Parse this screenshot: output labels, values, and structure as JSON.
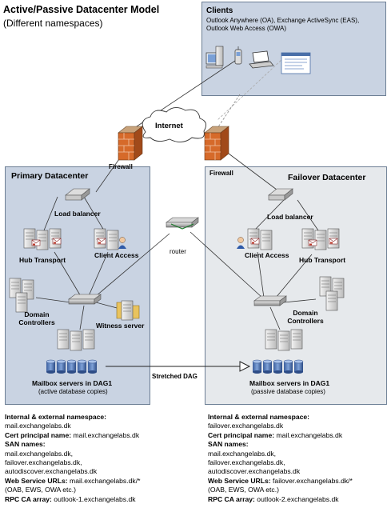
{
  "title": "Active/Passive Datacenter Model",
  "subtitle": "(Different namespaces)",
  "clients": {
    "title": "Clients",
    "desc": "Outlook Anywhere (OA), Exchange ActiveSync (EAS), Outlook Web Access (OWA)"
  },
  "internet": "Internet",
  "router": "router",
  "stretched_dag": "Stretched DAG",
  "primary": {
    "title": "Primary Datacenter",
    "firewall": "Firewall",
    "load_balancer": "Load balancer",
    "hub_transport": "Hub Transport",
    "client_access": "Client Access",
    "domain_controllers": "Domain Controllers",
    "witness_server": "Witness server",
    "mailbox": "Mailbox servers in DAG1",
    "mailbox_note": "(active database copies)"
  },
  "failover": {
    "title": "Failover Datacenter",
    "firewall": "Firewall",
    "load_balancer": "Load balancer",
    "hub_transport": "Hub Transport",
    "client_access": "Client Access",
    "domain_controllers": "Domain Controllers",
    "mailbox": "Mailbox servers in DAG1",
    "mailbox_note": "(passive database copies)"
  },
  "primary_ns": {
    "ns_label": "Internal & external namespace:",
    "ns_value": "mail.exchangelabs.dk",
    "cert_label": "Cert principal name:",
    "cert_value": "mail.exchangelabs.dk",
    "san_label": "SAN names:",
    "san_1": "mail.exchangelabs.dk,",
    "san_2": "failover.exchangelabs.dk,",
    "san_3": "autodiscover.exchangelabs.dk",
    "ws_label": "Web Service URLs:",
    "ws_value": "mail.exchangelabs.dk/*",
    "ws_note": "(OAB, EWS, OWA etc.)",
    "rpc_label": "RPC CA array:",
    "rpc_value": "outlook-1.exchangelabs.dk"
  },
  "failover_ns": {
    "ns_label": "Internal & external namespace:",
    "ns_value": "failover.exchangelabs.dk",
    "cert_label": "Cert principal name:",
    "cert_value": "mail.exchangelabs.dk",
    "san_label": "SAN names:",
    "san_1": "mail.exchangelabs.dk,",
    "san_2": "failover.exchangelabs.dk,",
    "san_3": "autodiscover.exchangelabs.dk",
    "ws_label": "Web Service URLs:",
    "ws_value": "failover.exchangelabs.dk/*",
    "ws_note": "(OAB, EWS, OWA etc.)",
    "rpc_label": "RPC CA array:",
    "rpc_value": "outlook-2.exchangelabs.dk"
  }
}
